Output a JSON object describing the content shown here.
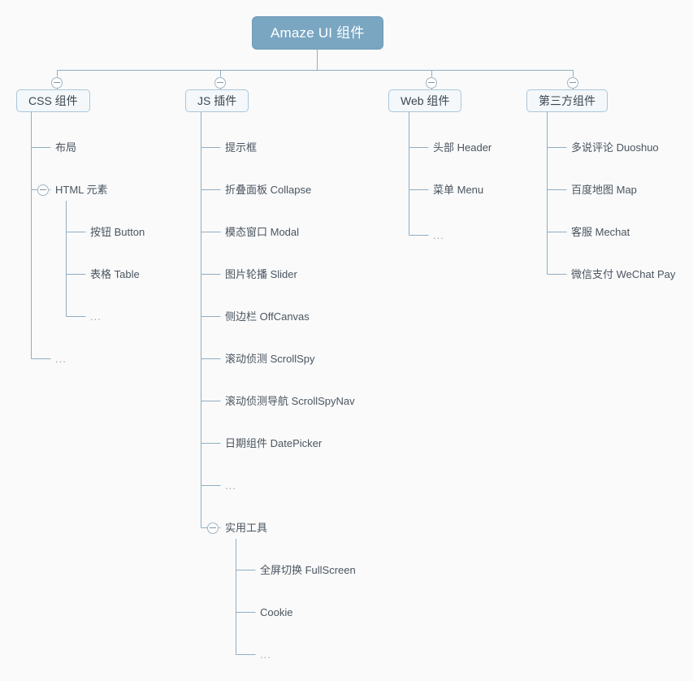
{
  "diagram": {
    "title": "Amaze UI 组件",
    "type": "mindmap-tree",
    "background_color": "#fafafa",
    "line_color": "#8FAEC4",
    "root_fill": "#7AA6C2",
    "root_text_color": "#ffffff",
    "node_fill": "#F4F8FB",
    "node_border": "#A9C6DB",
    "text_color": "#4a5560",
    "ellipsis_label": "...",
    "toggle_icon": "collapse-minus-icon"
  },
  "root": {
    "label": "Amaze UI 组件"
  },
  "branches": [
    {
      "id": "css",
      "label": "CSS 组件",
      "collapsible": true,
      "children": [
        {
          "label": "布局",
          "collapsible": false
        },
        {
          "label": "HTML 元素",
          "collapsible": true,
          "children": [
            {
              "label": "按钮 Button"
            },
            {
              "label": "表格 Table"
            },
            {
              "label": "..."
            }
          ]
        },
        {
          "label": "...",
          "collapsible": false
        }
      ]
    },
    {
      "id": "js",
      "label": "JS 插件",
      "collapsible": true,
      "children": [
        {
          "label": "提示框",
          "collapsible": false
        },
        {
          "label": "折叠面板 Collapse",
          "collapsible": false
        },
        {
          "label": "模态窗口 Modal",
          "collapsible": false
        },
        {
          "label": "图片轮播 Slider",
          "collapsible": false
        },
        {
          "label": "侧边栏 OffCanvas",
          "collapsible": false
        },
        {
          "label": "滚动侦测 ScrollSpy",
          "collapsible": false
        },
        {
          "label": "滚动侦测导航 ScrollSpyNav",
          "collapsible": false
        },
        {
          "label": "日期组件 DatePicker",
          "collapsible": false
        },
        {
          "label": "...",
          "collapsible": false
        },
        {
          "label": "实用工具",
          "collapsible": true,
          "children": [
            {
              "label": "全屏切换 FullScreen"
            },
            {
              "label": "Cookie"
            },
            {
              "label": "..."
            }
          ]
        }
      ]
    },
    {
      "id": "web",
      "label": "Web 组件",
      "collapsible": true,
      "children": [
        {
          "label": "头部 Header",
          "collapsible": false
        },
        {
          "label": "菜单 Menu",
          "collapsible": false
        },
        {
          "label": "...",
          "collapsible": false
        }
      ]
    },
    {
      "id": "third-party",
      "label": "第三方组件",
      "collapsible": true,
      "children": [
        {
          "label": "多说评论 Duoshuo",
          "collapsible": false
        },
        {
          "label": "百度地图 Map",
          "collapsible": false
        },
        {
          "label": "客服 Mechat",
          "collapsible": false
        },
        {
          "label": "微信支付 WeChat Pay",
          "collapsible": false
        }
      ]
    }
  ]
}
